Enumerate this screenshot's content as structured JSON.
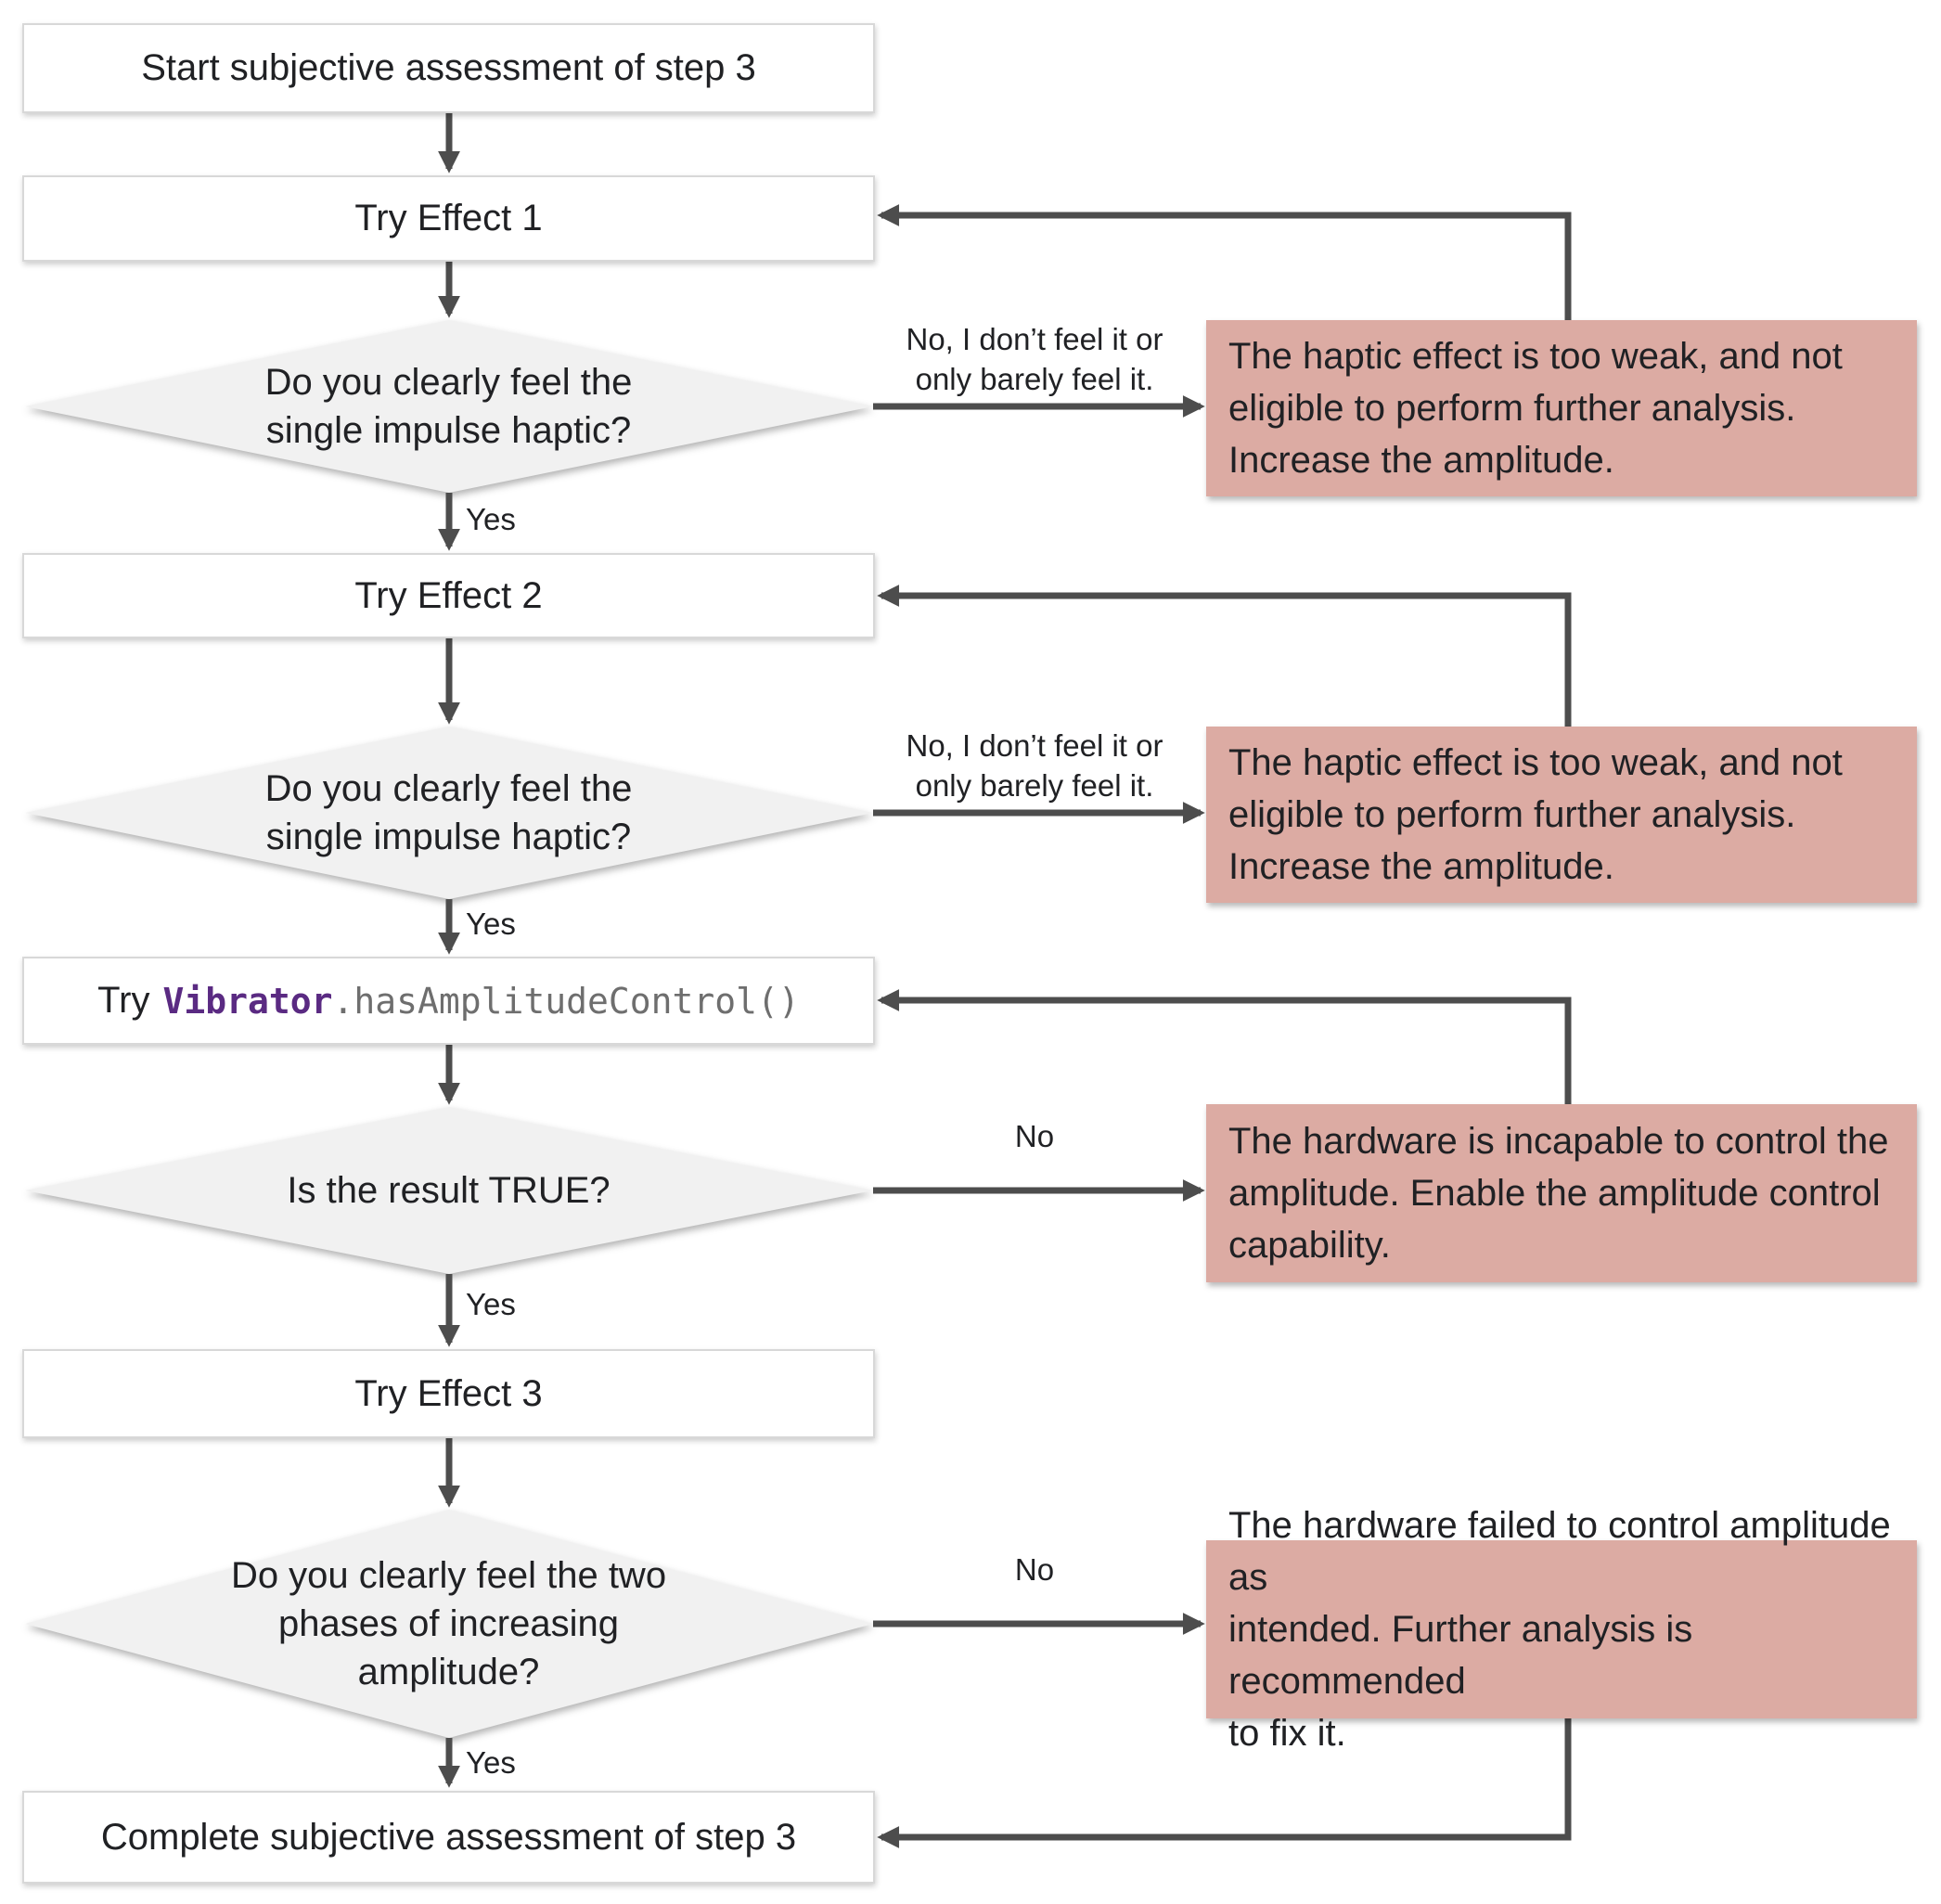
{
  "colors": {
    "wire": "#4d4d4d",
    "process_box_fill": "#ffffff",
    "process_box_border": "#d8d8d8",
    "decision_fill": "#f1f1f1",
    "reject_fill": "#dcaba3",
    "text": "#202124",
    "code_class": "#5a2a82",
    "code_method": "#6e6e6e"
  },
  "flowchart": {
    "start": {
      "label": "Start subjective assessment of step 3"
    },
    "try_effect_1": {
      "label": "Try Effect 1"
    },
    "decision_1": {
      "lines": [
        "Do you clearly feel the",
        "single impulse haptic?"
      ]
    },
    "no_label_1": {
      "lines": [
        "No, I don’t feel it or",
        "only barely feel it."
      ]
    },
    "yes_label_1": "Yes",
    "reject_1": {
      "lines": [
        "The haptic effect is too weak, and not",
        "eligible to perform further analysis.",
        "Increase the amplitude."
      ]
    },
    "try_effect_2": {
      "label": "Try Effect 2"
    },
    "decision_2": {
      "lines": [
        "Do you clearly feel the",
        "single impulse haptic?"
      ]
    },
    "no_label_2": {
      "lines": [
        "No, I don’t feel it or",
        "only barely feel it."
      ]
    },
    "yes_label_2": "Yes",
    "reject_2": {
      "lines": [
        "The haptic effect is too weak, and not",
        "eligible to perform further analysis.",
        "Increase the amplitude."
      ]
    },
    "api_call": {
      "prefix": "Try",
      "code_class": "Vibrator",
      "code_method": ".hasAmplitudeControl()"
    },
    "decision_3": {
      "label": "Is the result TRUE?"
    },
    "no_label_3": "No",
    "yes_label_3": "Yes",
    "reject_3": {
      "lines": [
        "The hardware is incapable to control the",
        "amplitude. Enable the amplitude control",
        "capability."
      ]
    },
    "try_effect_3": {
      "label": "Try Effect 3"
    },
    "decision_4": {
      "lines": [
        "Do you clearly feel the two",
        "phases of increasing",
        "amplitude?"
      ]
    },
    "no_label_4": "No",
    "yes_label_4": "Yes",
    "reject_4": {
      "lines": [
        "The hardware failed to control amplitude as",
        "intended. Further analysis is recommended",
        "to fix it."
      ]
    },
    "complete": {
      "label": "Complete subjective assessment of step 3"
    }
  }
}
